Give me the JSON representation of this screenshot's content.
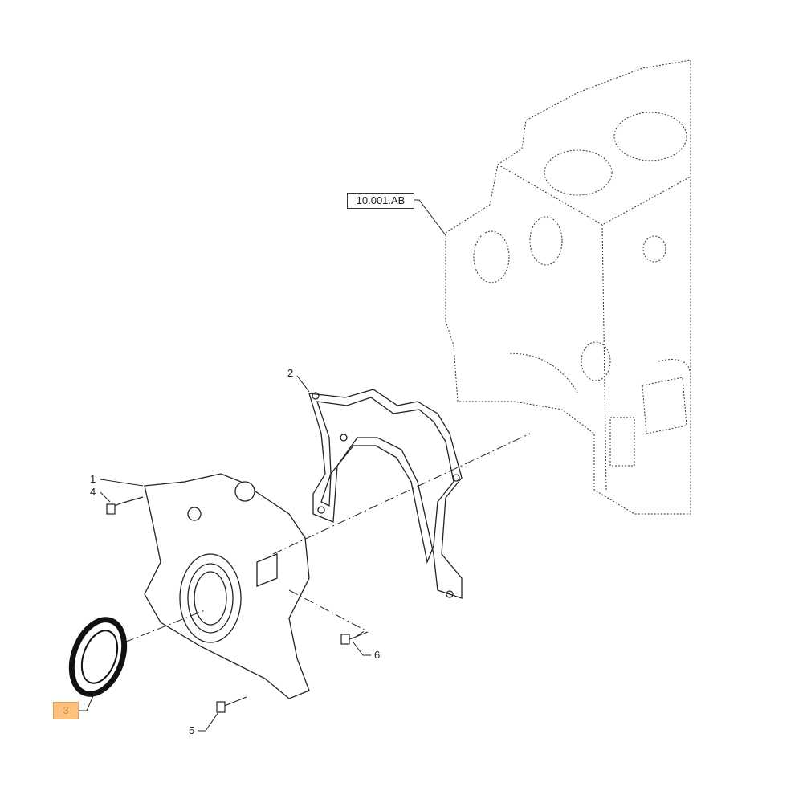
{
  "reference_label": "10.001.AB",
  "callouts": [
    {
      "id": "1",
      "label": "1"
    },
    {
      "id": "2",
      "label": "2"
    },
    {
      "id": "3",
      "label": "3",
      "highlighted": true
    },
    {
      "id": "4",
      "label": "4"
    },
    {
      "id": "5",
      "label": "5"
    },
    {
      "id": "6",
      "label": "6"
    }
  ],
  "colors": {
    "highlight": "#fdc37e",
    "line": "#222222"
  }
}
